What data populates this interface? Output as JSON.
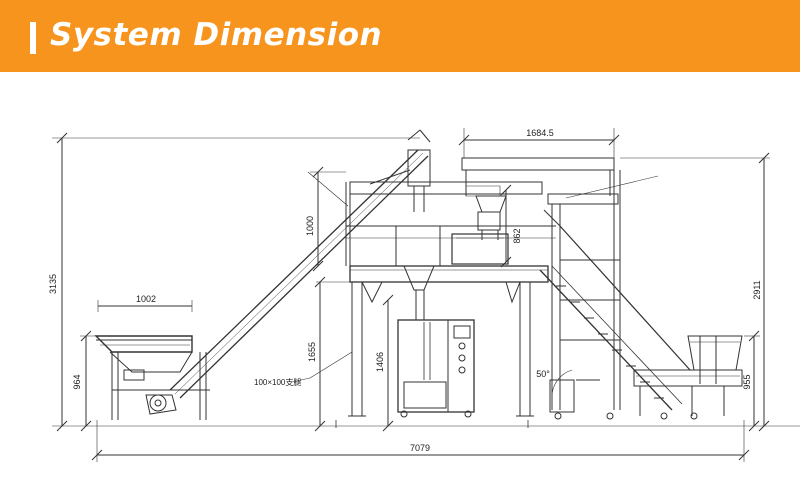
{
  "header": {
    "title": "System Dimension",
    "background_color": "#f7941d",
    "text_color": "#ffffff"
  },
  "drawing": {
    "line_color": "#333333",
    "dimensions": {
      "overall_height": "3135",
      "frame_height": "1000",
      "frame_depth": "862",
      "hopper_width": "1684.5",
      "stair_height": "2911",
      "feeder_width": "1002",
      "feeder_height": "964",
      "support_height": "1655",
      "machine_height": "1406",
      "conveyor_height": "955",
      "total_length": "7079",
      "stair_angle": "50°",
      "column_label": "100×100支腿"
    }
  }
}
